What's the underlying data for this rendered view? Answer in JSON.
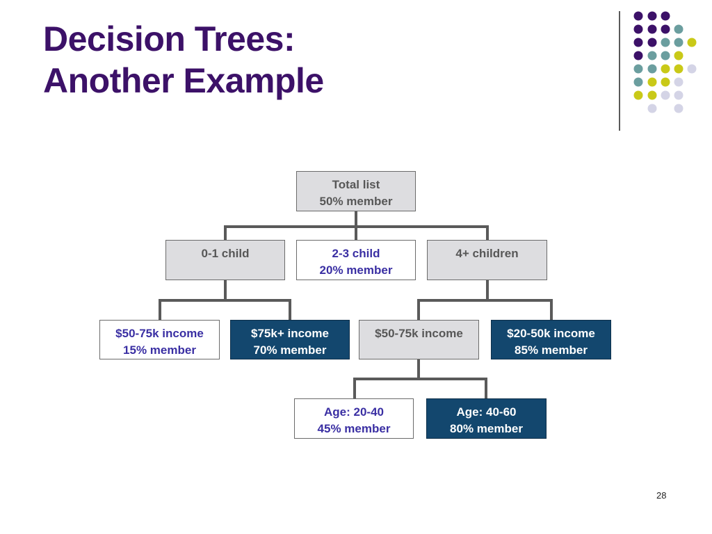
{
  "slide": {
    "title_line1": "Decision Trees:",
    "title_line2": "Another Example",
    "page_number": "28"
  },
  "colors": {
    "title": "#3c1168",
    "dot_purple": "#3c1168",
    "dot_teal": "#6b9e9f",
    "dot_yellow": "#c9c918",
    "dot_lavender": "#d4d4e6",
    "node_grey_fill": "#dddde0",
    "node_navy_fill": "#13476e",
    "node_white_text": "#3a2fa3"
  },
  "tree": {
    "root": {
      "line1": "Total list",
      "line2": "50% member"
    },
    "child_0_1": {
      "line1": "0-1 child",
      "line2": ""
    },
    "child_2_3": {
      "line1": "2-3 child",
      "line2": "20% member"
    },
    "child_4_plus": {
      "line1": "4+ children",
      "line2": ""
    },
    "income_50_75_a": {
      "line1": "$50-75k income",
      "line2": "15% member"
    },
    "income_75_plus": {
      "line1": "$75k+ income",
      "line2": "70% member"
    },
    "income_50_75_b": {
      "line1": "$50-75k income",
      "line2": ""
    },
    "income_20_50": {
      "line1": "$20-50k income",
      "line2": "85% member"
    },
    "age_20_40": {
      "line1": "Age: 20-40",
      "line2": "45% member"
    },
    "age_40_60": {
      "line1": "Age: 40-60",
      "line2": "80% member"
    }
  }
}
